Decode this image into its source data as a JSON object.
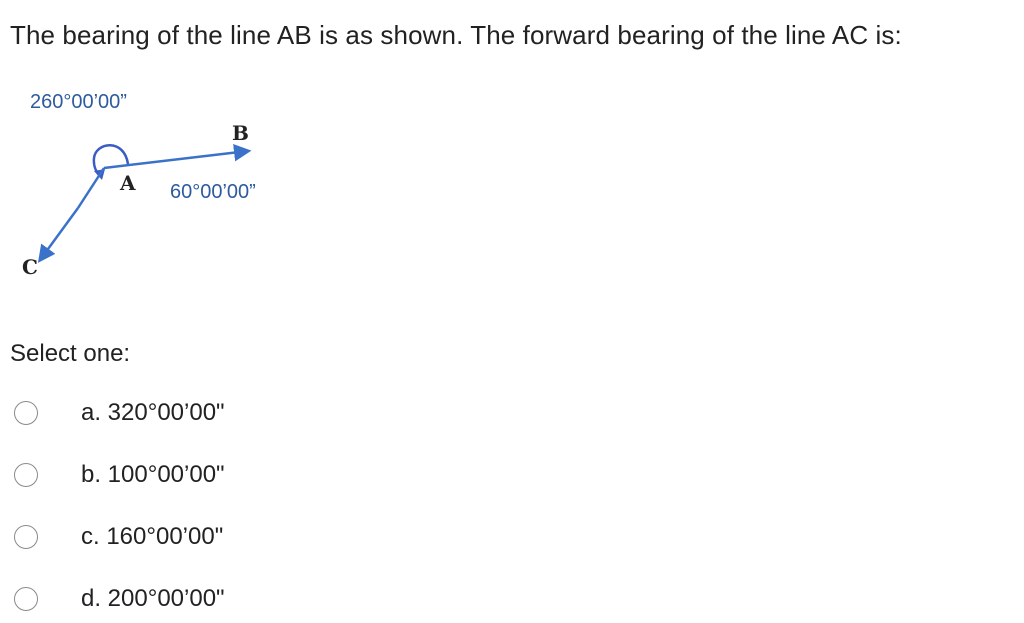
{
  "question": {
    "text": "The bearing of the line AB is as shown. The forward bearing of the line AC is:"
  },
  "diagram": {
    "bearing_label_top": "260°00’00”",
    "bearing_label_right": "60°00’00”",
    "point_a": "A",
    "point_b": "B",
    "point_c": "C",
    "line_color": "#3b72c9",
    "label_color": "#2d5b9e"
  },
  "answer": {
    "prompt": "Select one:",
    "options": [
      {
        "label": "a. 320°00’00\""
      },
      {
        "label": "b. 100°00’00\""
      },
      {
        "label": "c. 160°00’00\""
      },
      {
        "label": "d. 200°00’00\""
      }
    ]
  }
}
